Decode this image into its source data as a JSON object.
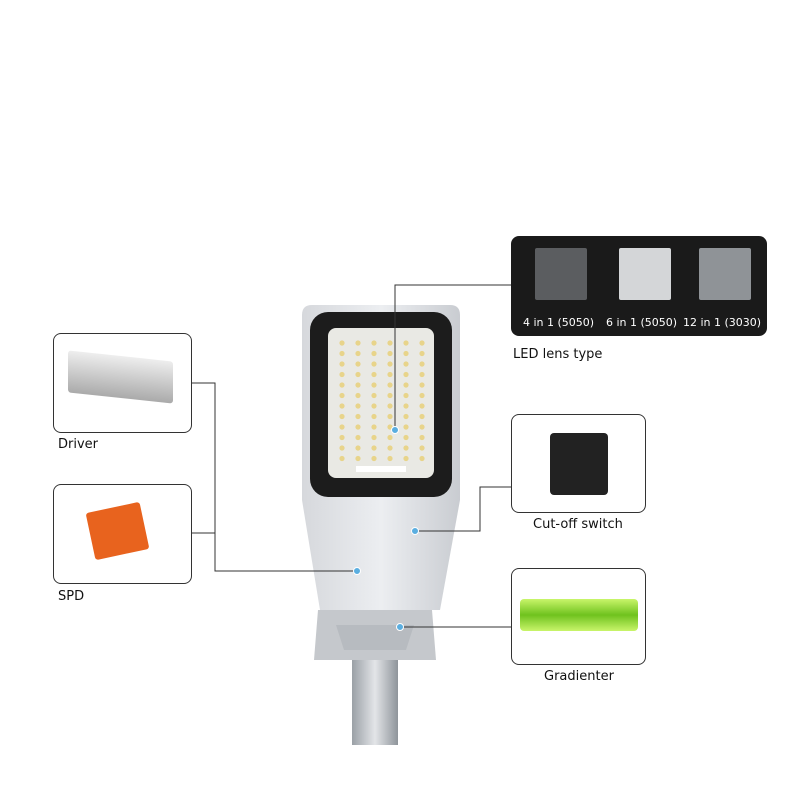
{
  "components": {
    "driver": {
      "label": "Driver"
    },
    "spd": {
      "label": "SPD"
    },
    "led_lens": {
      "label": "LED lens type",
      "options": [
        "4 in 1 (5050)",
        "6 in 1 (5050)",
        "12 in 1 (3030)"
      ]
    },
    "cutoff": {
      "label": "Cut-off switch"
    },
    "gradienter": {
      "label": "Gradienter"
    }
  }
}
